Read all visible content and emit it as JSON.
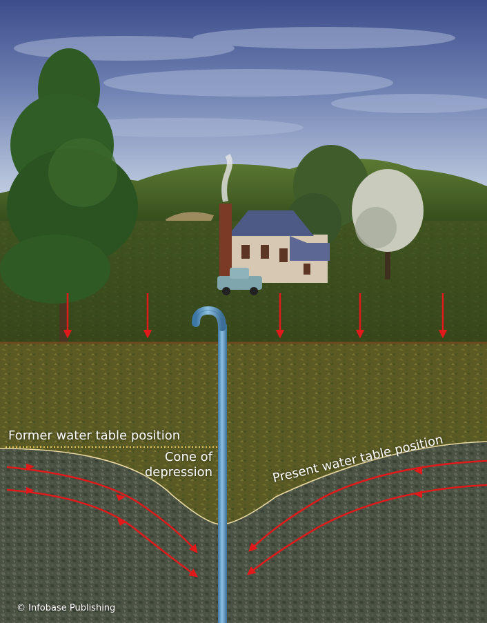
{
  "labels": {
    "former_water_table": "Former water table position",
    "cone_line1": "Cone of",
    "cone_line2": "depression",
    "present_water_table": "Present water table position",
    "credit": "© Infobase Publishing"
  },
  "colors": {
    "sky_top": "#3e4f8e",
    "sky_bottom": "#c7d3e4",
    "grass": "#3f5a22",
    "soil": "#6b6a2c",
    "saturated_zone": "#4c5548",
    "well_pipe": "#6fa6cf",
    "flow_arrows": "#e01a1a",
    "water_table_line": "#e9d9a2"
  },
  "icons": [
    "house-icon",
    "truck-icon",
    "tree-icon",
    "well-pipe-icon",
    "arrow-down-icon"
  ]
}
